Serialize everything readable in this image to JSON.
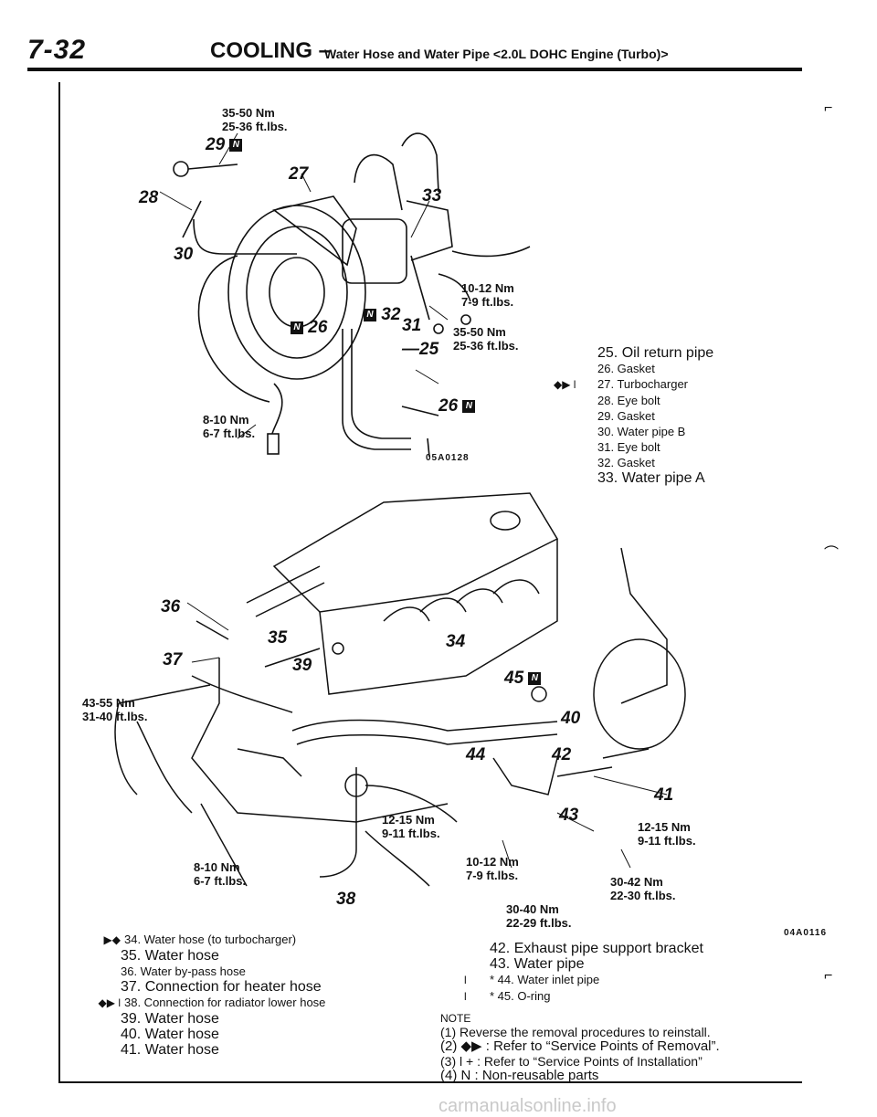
{
  "header": {
    "page_number": "7-32",
    "section": "COOLING",
    "dash": "–",
    "subtitle": "Water Hose and Water Pipe <2.0L DOHC Engine (Turbo)>"
  },
  "figure1": {
    "id": "05A0128",
    "callouts": [
      {
        "key": "c28",
        "text": "28"
      },
      {
        "key": "c30",
        "text": "30"
      },
      {
        "key": "c27",
        "text": "27"
      },
      {
        "key": "c33",
        "text": "33"
      },
      {
        "key": "c29",
        "text": "29"
      },
      {
        "key": "c32",
        "text": "32"
      },
      {
        "key": "c31",
        "text": "31"
      },
      {
        "key": "c26a",
        "text": "26"
      },
      {
        "key": "c25",
        "text": "25"
      },
      {
        "key": "c26b",
        "text": "26"
      }
    ],
    "torques": {
      "t1_nm": "35-50 Nm",
      "t1_ft": "25-36 ft.lbs.",
      "t2_nm": "10-12 Nm",
      "t2_ft": "7-9 ft.lbs.",
      "t3_nm": "35-50 Nm",
      "t3_ft": "25-36 ft.lbs.",
      "t4_nm": "8-10 Nm",
      "t4_ft": "6-7 ft.lbs."
    }
  },
  "figure2": {
    "id": "04A0116",
    "callouts": [
      {
        "key": "c36",
        "text": "36"
      },
      {
        "key": "c35",
        "text": "35"
      },
      {
        "key": "c37",
        "text": "37"
      },
      {
        "key": "c39",
        "text": "39"
      },
      {
        "key": "c34",
        "text": "34"
      },
      {
        "key": "c45",
        "text": "45"
      },
      {
        "key": "c40",
        "text": "40"
      },
      {
        "key": "c44",
        "text": "44"
      },
      {
        "key": "c42",
        "text": "42"
      },
      {
        "key": "c41",
        "text": "41"
      },
      {
        "key": "c43",
        "text": "43"
      },
      {
        "key": "c38",
        "text": "38"
      }
    ],
    "torques": {
      "a_nm": "43-55 Nm",
      "a_ft": "31-40 ft.lbs.",
      "b_nm": "12-15 Nm",
      "b_ft": "9-11 ft.lbs.",
      "c_nm": "12-15 Nm",
      "c_ft": "9-11 ft.lbs.",
      "d_nm": "8-10 Nm",
      "d_ft": "6-7 ft.lbs.",
      "e_nm": "10-12 Nm",
      "e_ft": "7-9 ft.lbs.",
      "f_nm": "30-42 Nm",
      "f_ft": "22-30 ft.lbs.",
      "g_nm": "30-40 Nm",
      "g_ft": "22-29 ft.lbs."
    }
  },
  "legend_top": [
    {
      "mark": "",
      "text": "25. Oil return pipe",
      "small": false
    },
    {
      "mark": "",
      "text": "26. Gasket",
      "small": true
    },
    {
      "mark": "◆▶ l",
      "text": "27. Turbocharger",
      "small": true
    },
    {
      "mark": "",
      "text": "28. Eye bolt",
      "small": true
    },
    {
      "mark": "",
      "text": "29. Gasket",
      "small": true
    },
    {
      "mark": "",
      "text": "30. Water pipe B",
      "small": true
    },
    {
      "mark": "",
      "text": "31. Eye bolt",
      "small": true
    },
    {
      "mark": "",
      "text": "32. Gasket",
      "small": true
    },
    {
      "mark": "",
      "text": "33. Water pipe A",
      "small": false
    }
  ],
  "legend_left": [
    {
      "mark": "▶◆",
      "text": "34. Water hose (to turbocharger)",
      "small": true
    },
    {
      "mark": "",
      "text": "35. Water hose",
      "small": false
    },
    {
      "mark": "",
      "text": "36. Water by-pass hose",
      "small": true
    },
    {
      "mark": "",
      "text": "37. Connection for heater hose",
      "small": false
    },
    {
      "mark": "◆▶  l",
      "text": "38. Connection for radiator lower hose",
      "small": true
    },
    {
      "mark": "",
      "text": "39. Water hose",
      "small": false
    },
    {
      "mark": "",
      "text": "40. Water hose",
      "small": false
    },
    {
      "mark": "",
      "text": "41. Water hose",
      "small": false
    }
  ],
  "legend_right": [
    {
      "mark": "",
      "text": "42. Exhaust pipe support bracket",
      "small": false
    },
    {
      "mark": "",
      "text": "43. Water pipe",
      "small": false
    },
    {
      "mark": "l",
      "text": "* 44. Water inlet pipe",
      "small": true
    },
    {
      "mark": "l",
      "text": "* 45. O-ring",
      "small": true
    }
  ],
  "note": {
    "title": "NOTE",
    "lines": [
      "(1) Reverse the removal procedures to reinstall.",
      "(2) ◆▶ : Refer to “Service Points of Removal”.",
      "(3) l  + : Refer to “Service Points of Installation”",
      "(4) N : Non-reusable parts"
    ]
  },
  "box_letter": "N",
  "watermark": "carmanualsonline.info",
  "colors": {
    "ink": "#111111",
    "watermark": "#c9c9c9"
  }
}
